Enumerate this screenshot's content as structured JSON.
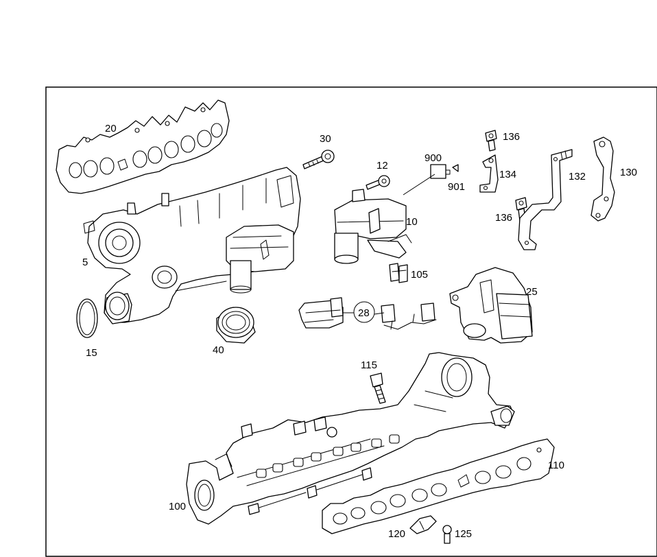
{
  "callouts": {
    "c5": "5",
    "c10": "10",
    "c12": "12",
    "c15": "15",
    "c20": "20",
    "c25": "25",
    "c28": "28",
    "c30": "30",
    "c40": "40",
    "c100": "100",
    "c105": "105",
    "c110": "110",
    "c115": "115",
    "c120": "120",
    "c125": "125",
    "c130": "130",
    "c132": "132",
    "c134": "134",
    "c136a": "136",
    "c136b": "136",
    "c900": "900",
    "c901": "901"
  }
}
